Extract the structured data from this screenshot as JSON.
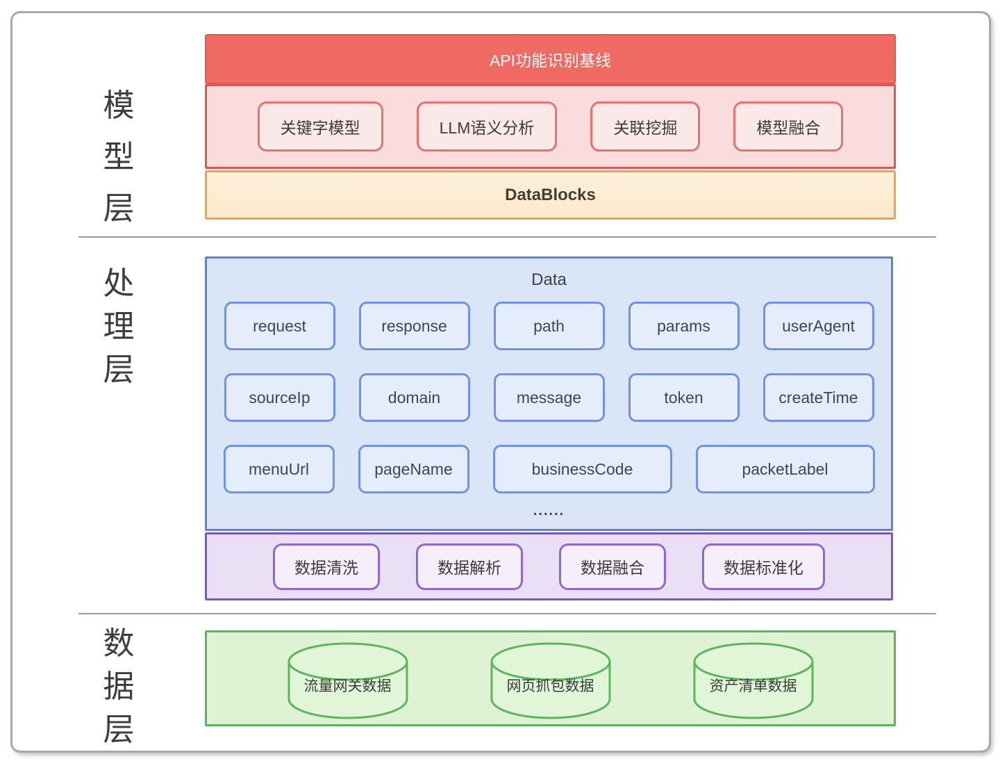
{
  "model": {
    "label_chars": [
      "模",
      "型",
      "层"
    ],
    "header": "API功能识别基线",
    "pills": [
      "关键字模型",
      "LLM语义分析",
      "关联挖掘",
      "模型融合"
    ],
    "datablocks": "DataBlocks"
  },
  "processing": {
    "label_chars": [
      "处",
      "理",
      "层"
    ],
    "data_title": "Data",
    "rows": [
      [
        "request",
        "response",
        "path",
        "params",
        "userAgent"
      ],
      [
        "sourceIp",
        "domain",
        "message",
        "token",
        "createTime"
      ],
      [
        "menuUrl",
        "pageName",
        "businessCode",
        "packetLabel"
      ]
    ],
    "ellipsis": "......",
    "pills": [
      "数据清洗",
      "数据解析",
      "数据融合",
      "数据标准化"
    ]
  },
  "data_layer": {
    "label_chars": [
      "数",
      "据",
      "层"
    ],
    "cylinders": [
      "流量网关数据",
      "网页抓包数据",
      "资产清单数据"
    ]
  },
  "colors": {
    "red_header_bg": "#ee6a62",
    "pink_container_bg": "#fadcdc",
    "pink_border": "#e2544f",
    "orange_bg": "#fbe9cb",
    "orange_border": "#eda24c",
    "blue_container_bg": "#dbe5f8",
    "blue_border": "#5d82e2",
    "purple_band_bg": "#eae0f6",
    "purple_border": "#7d55c7",
    "green_container_bg": "#def3d3",
    "green_border": "#5bb65b"
  }
}
